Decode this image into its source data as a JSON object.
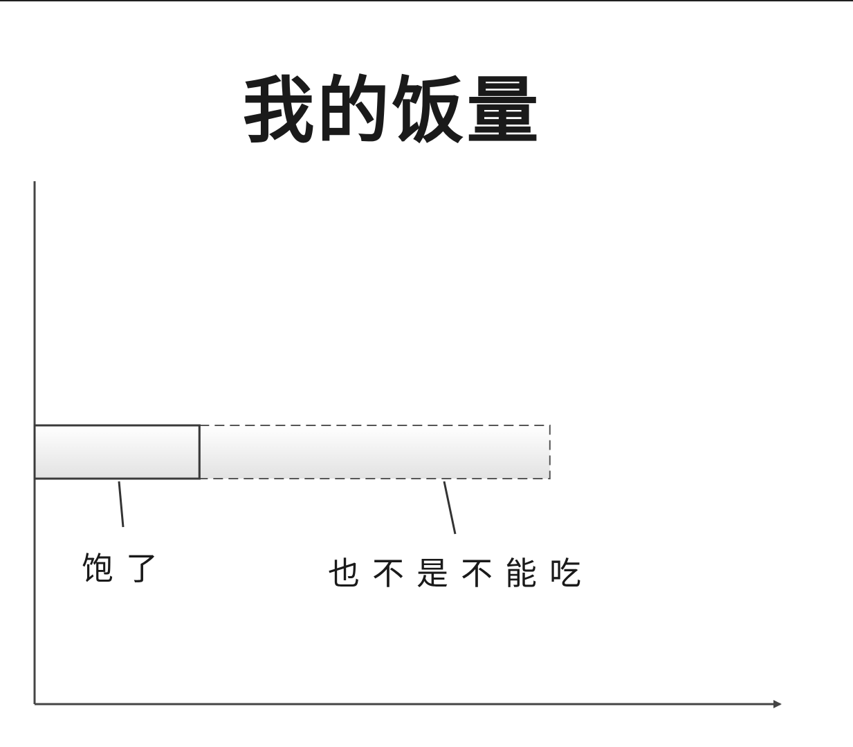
{
  "chart_data": {
    "type": "bar",
    "title": "我的饭量",
    "orientation": "horizontal",
    "categories": [
      ""
    ],
    "series": [
      {
        "name": "",
        "values": [
          32
        ]
      },
      {
        "name": "",
        "values": [
          68
        ]
      }
    ],
    "stacked": true,
    "xlim": [
      0,
      145
    ],
    "annotations": [
      "饱了",
      "也不是不能吃"
    ],
    "grid": false,
    "colors": {
      "bar_fill_light": "#ffffff",
      "bar_fill_dark": "#e2e2e2",
      "axis": "#444444",
      "text": "#1a1a1a"
    }
  }
}
